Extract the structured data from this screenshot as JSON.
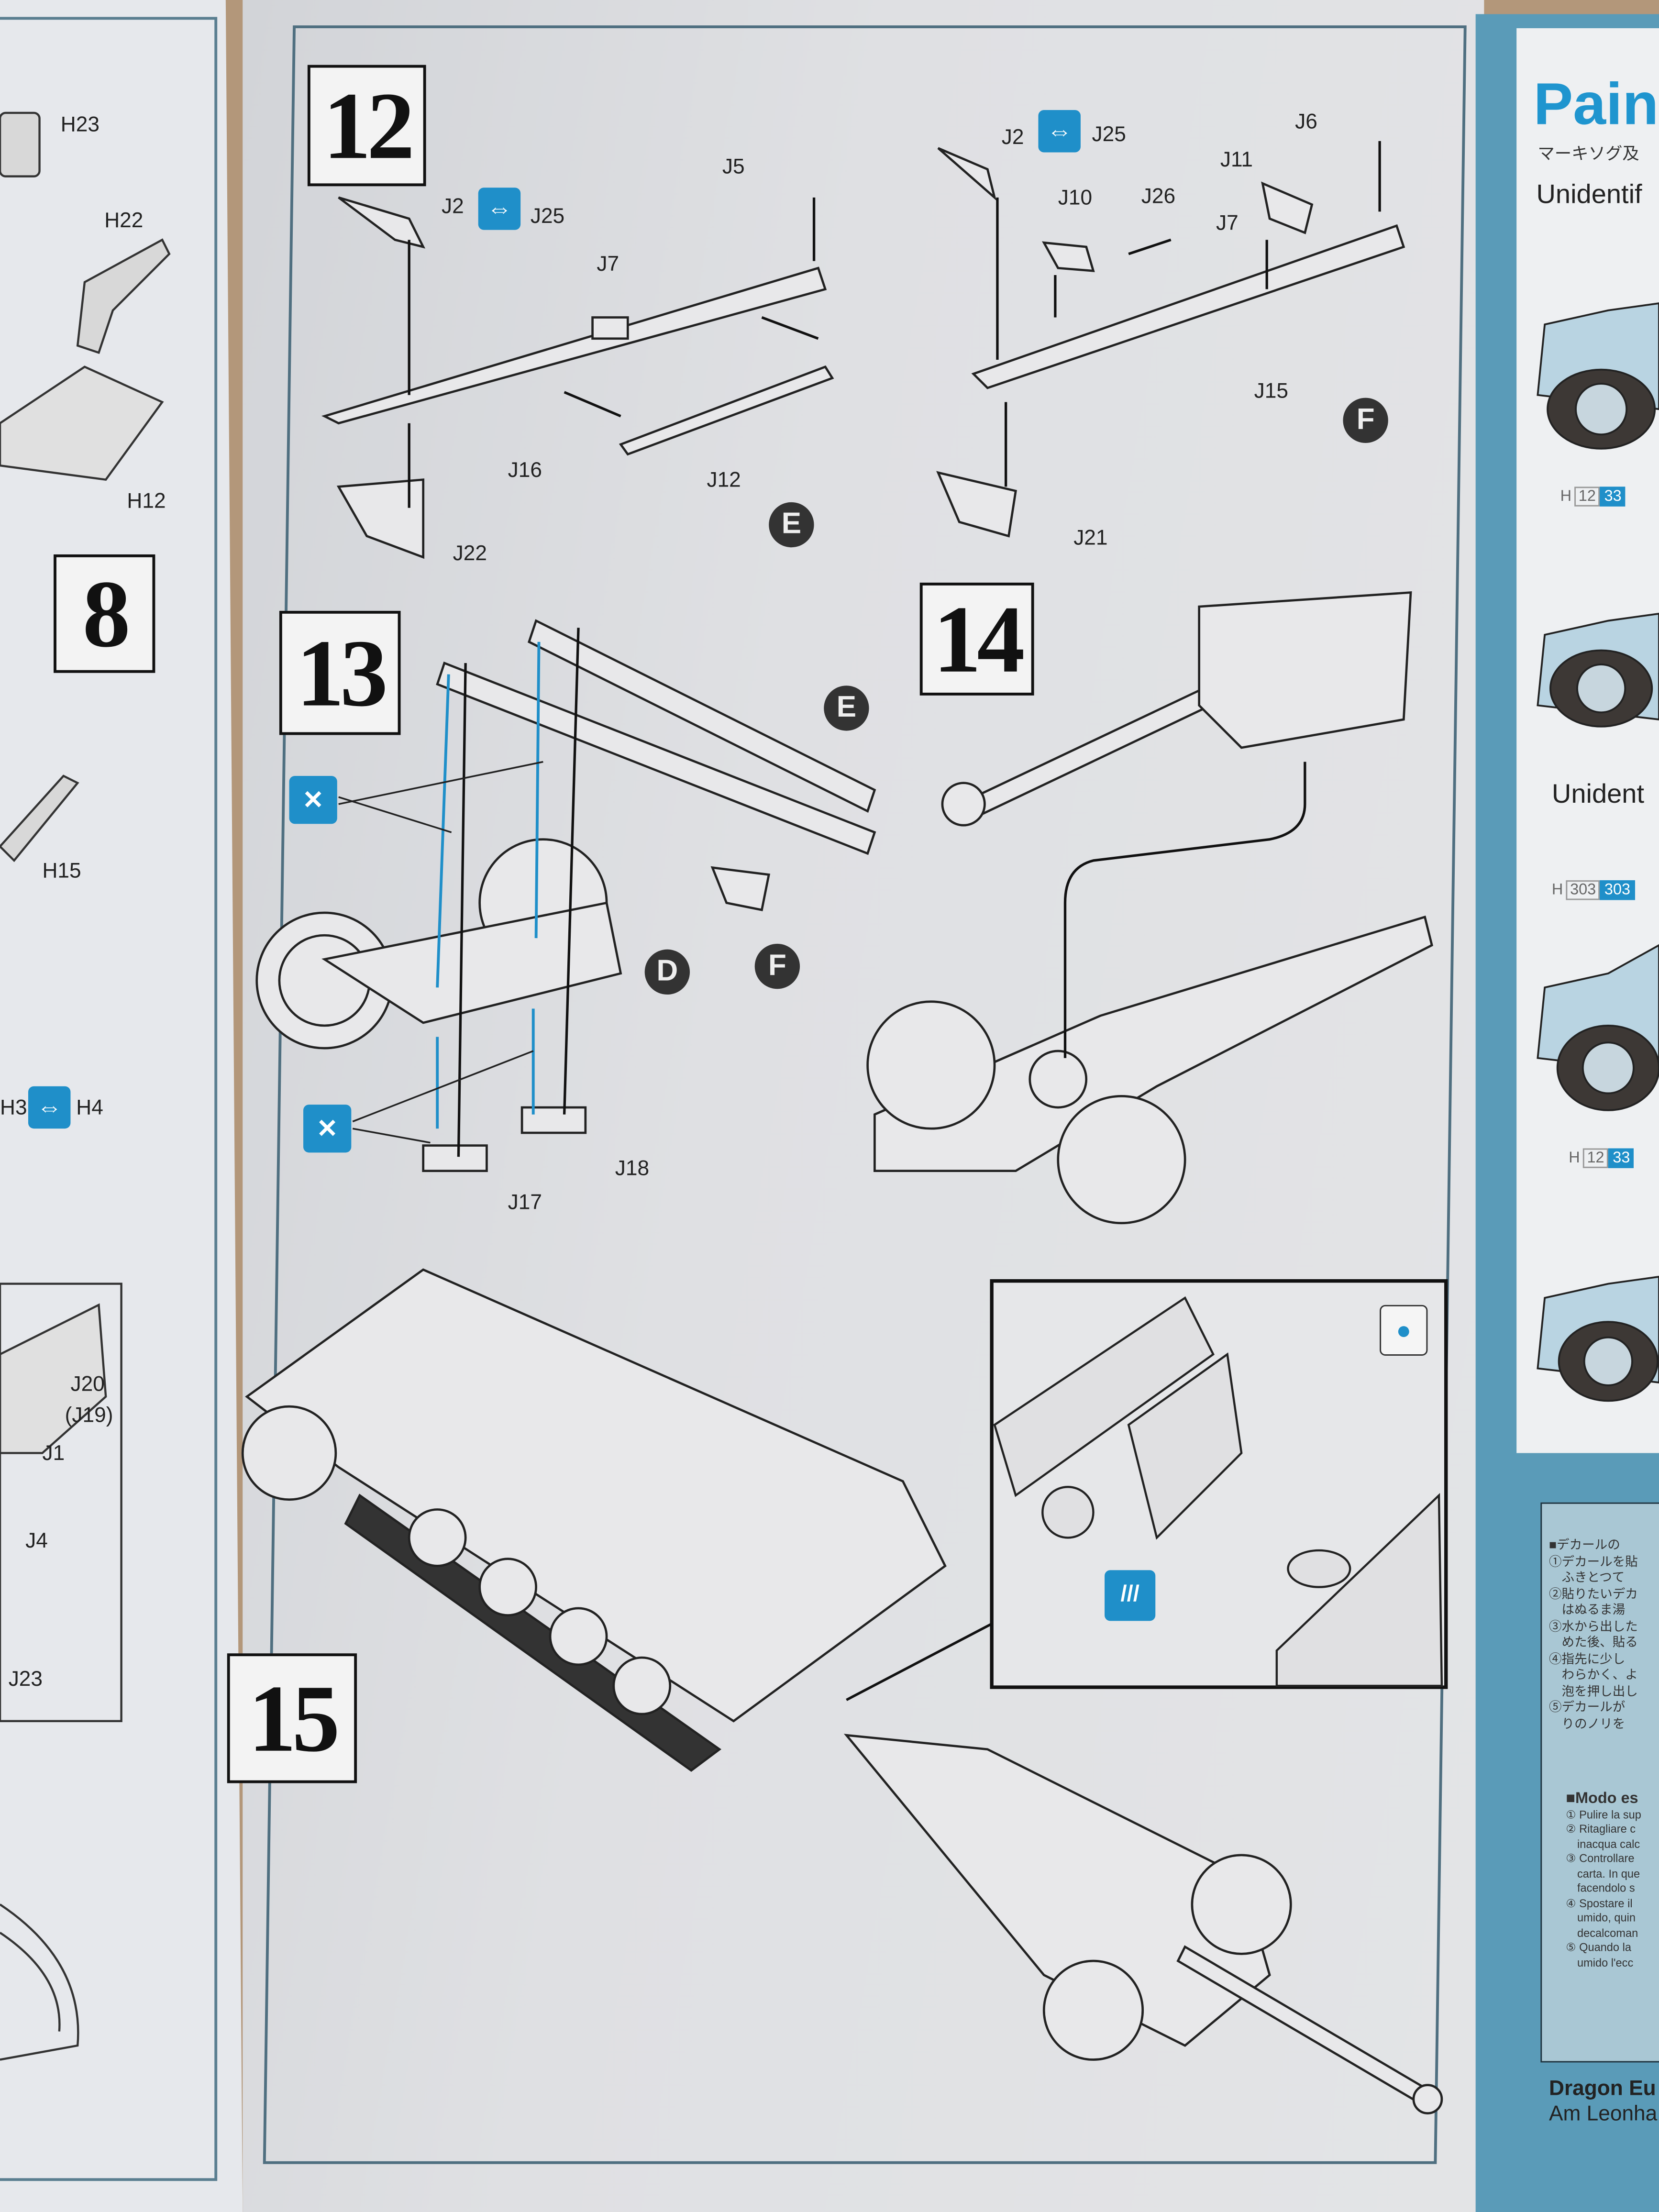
{
  "left_page": {
    "step_number": "8",
    "labels": [
      "H23",
      "H22",
      "H12",
      "H15",
      "H3",
      "H4",
      "J20",
      "(J19)",
      "J1",
      "J4",
      "J23"
    ]
  },
  "center_page": {
    "steps": {
      "s12": "12",
      "s13": "13",
      "s14": "14",
      "s15": "15"
    },
    "step12": {
      "left": {
        "J2": "J2",
        "J25": "J25",
        "J5": "J5",
        "J7": "J7",
        "J16": "J16",
        "J12": "J12",
        "J22": "J22",
        "sub": "E"
      },
      "right": {
        "J2": "J2",
        "J25": "J25",
        "J6": "J6",
        "J11": "J11",
        "J10": "J10",
        "J26": "J26",
        "J7": "J7",
        "J15": "J15",
        "J21": "J21",
        "sub": "F"
      }
    },
    "step13": {
      "E": "E",
      "D": "D",
      "F": "F",
      "J18": "J18",
      "J17": "J17"
    },
    "icons": {
      "symmetric": "swap-arrows-icon",
      "no_glue": "no-glue-icon",
      "decal": "decal-icon",
      "paint": "paint-drop-icon"
    }
  },
  "right_page": {
    "title": "Pain",
    "jp_subtitle": "マーキソグ及",
    "section1": "Unidentif",
    "h_label": "H",
    "colors_a": [
      "12",
      "33"
    ],
    "section2": "Unident",
    "colors_b": [
      "303",
      "303"
    ],
    "colors_c": [
      "12",
      "33"
    ],
    "decal_jp": [
      "■デカールの",
      "①デカールを貼",
      "　ふきとつて",
      "②貼りたいデカ",
      "　はぬるま湯",
      "③水から出した",
      "　めた後、貼る",
      "④指先に少し",
      "　わらかく、よ",
      "　泡を押し出し",
      "⑤デカールが",
      "　りのノリを"
    ],
    "decal_it_title": "■Modo es",
    "decal_it": [
      "① Pulire la sup",
      "② Ritagliare c",
      "　inacqua calc",
      "③ Controllare",
      "　carta. In que",
      "　facendolo s",
      "④ Spostare il",
      "　umido, quin",
      "　decalcoman",
      "⑤ Quando la",
      "　umido l'ecc"
    ],
    "footer1": "Dragon Eu",
    "footer2": "Am Leonha"
  },
  "colors": {
    "accent_blue": "#1f8fc9",
    "paper": "#dedfe2",
    "frame": "#4f6f80",
    "wood": "#b3977a"
  }
}
